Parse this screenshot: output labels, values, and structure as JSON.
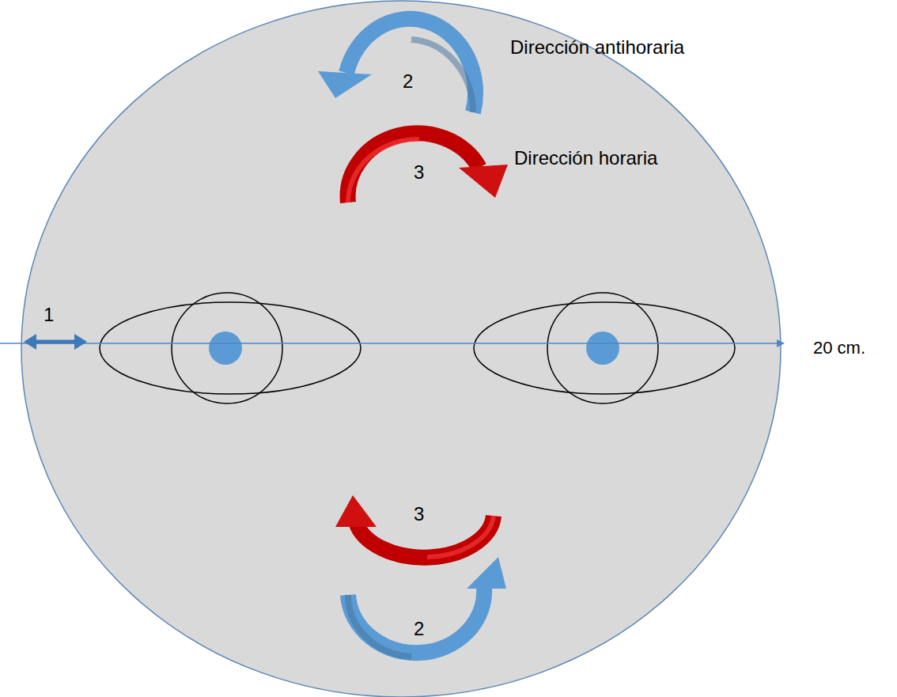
{
  "diagram": {
    "labels": [
      "2",
      "Dirección antihoraria",
      "3",
      "Dirección horaria",
      "1",
      "20 cm.",
      "3",
      "2"
    ]
  }
}
